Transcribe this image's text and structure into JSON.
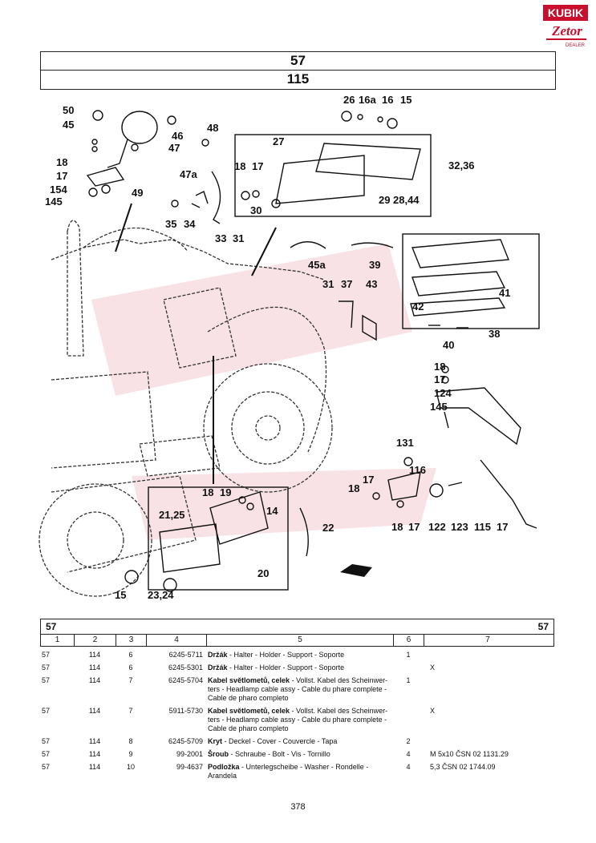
{
  "logo": {
    "brand": "KUBIK",
    "sub": "Zetor",
    "tag": "DEALER"
  },
  "header": {
    "group": "57",
    "subgroup": "115"
  },
  "diagram": {
    "callouts": [
      "50",
      "45",
      "18",
      "17",
      "154",
      "145",
      "49",
      "46",
      "47",
      "47a",
      "48",
      "26",
      "16a",
      "16",
      "15",
      "27",
      "32,36",
      "18",
      "17",
      "30",
      "29",
      "28,44",
      "35",
      "34",
      "33",
      "31",
      "45a",
      "39",
      "31",
      "37",
      "43",
      "42",
      "41",
      "38",
      "40",
      "18",
      "17",
      "124",
      "145",
      "131",
      "116",
      "17",
      "18",
      "18",
      "17",
      "122",
      "123",
      "115",
      "17",
      "18",
      "19",
      "14",
      "21,25",
      "22",
      "20",
      "15",
      "23,24"
    ]
  },
  "table": {
    "group_left": "57",
    "group_right": "57",
    "columns": [
      "1",
      "2",
      "3",
      "4",
      "5",
      "6",
      "7"
    ],
    "rows": [
      {
        "c1": "57",
        "c2": "114",
        "c3": "6",
        "c4": "6245-5711",
        "name": "Držák",
        "desc": " - Halter - Holder - Support - Soporte",
        "qty": "1",
        "note": ""
      },
      {
        "c1": "57",
        "c2": "114",
        "c3": "6",
        "c4": "6245-5301",
        "name": "Držák",
        "desc": " - Halter - Holder - Support - Soporte",
        "qty": "",
        "note": "X"
      },
      {
        "c1": "57",
        "c2": "114",
        "c3": "7",
        "c4": "6245-5704",
        "name": "Kabel světlometů, celek",
        "desc": " - Vollst. Kabel des Scheinwer-ters - Headlamp cable assy - Cable du phare complete - Cable de pharo completo",
        "qty": "1",
        "note": ""
      },
      {
        "c1": "57",
        "c2": "114",
        "c3": "7",
        "c4": "5911-5730",
        "name": "Kabel světlometů, celek",
        "desc": " - Vollst. Kabel des Scheinwer-ters - Headlamp cable assy - Cable du phare complete - Cable de pharo completo",
        "qty": "",
        "note": "X"
      },
      {
        "c1": "57",
        "c2": "114",
        "c3": "8",
        "c4": "6245-5709",
        "name": "Kryt",
        "desc": " - Deckel - Cover - Couvercle - Tapa",
        "qty": "2",
        "note": ""
      },
      {
        "c1": "57",
        "c2": "114",
        "c3": "9",
        "c4": "99-2001",
        "name": "Šroub",
        "desc": " - Schraube - Bolt - Vis - Tornillo",
        "qty": "4",
        "note": "M 5x10 ČSN 02 1131.29"
      },
      {
        "c1": "57",
        "c2": "114",
        "c3": "10",
        "c4": "99-4637",
        "name": "Podložka",
        "desc": " - Unterlegscheibe - Washer - Rondelle - Arandela",
        "qty": "4",
        "note": "5,3 ČSN 02 1744.09"
      }
    ]
  },
  "page_number": "378"
}
